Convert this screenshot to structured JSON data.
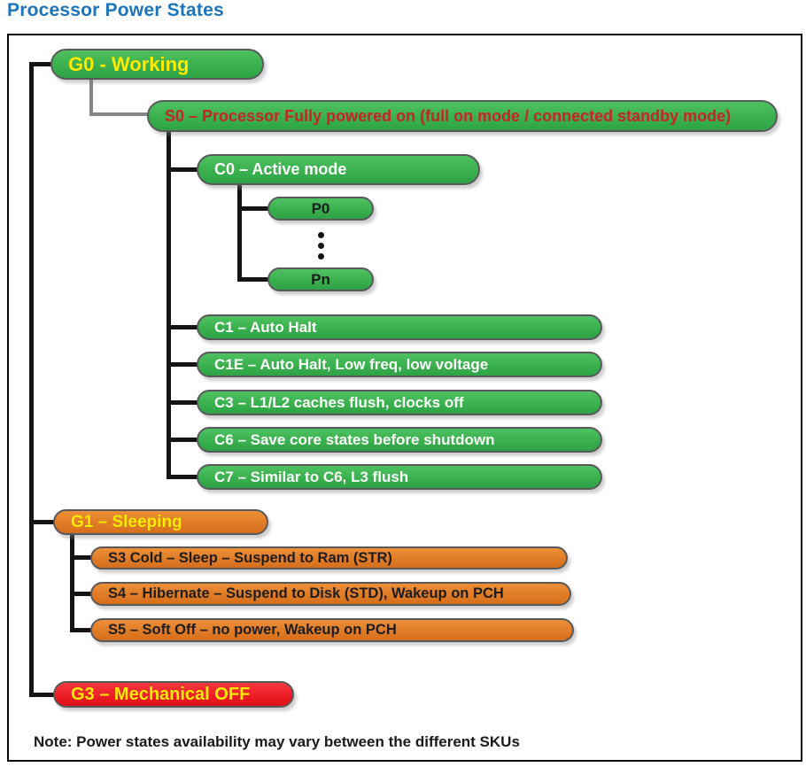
{
  "title": "Processor Power States",
  "note": "Note: Power states availability may vary between the different SKUs",
  "colors": {
    "title_blue": "#1c75bc",
    "node_green": "#3ab04e",
    "node_orange": "#e07b26",
    "node_red": "#ec1c24",
    "text_yellow": "#ffec00",
    "text_red": "#c92227",
    "text_white": "#ffffff",
    "text_black": "#1d1d1f",
    "connector_black": "#141414",
    "connector_gray": "#828487"
  },
  "nodes": {
    "g0": "G0 - Working",
    "s0": "S0 – Processor Fully powered on (full on mode / connected standby mode)",
    "c0": "C0 – Active mode",
    "p0": "P0",
    "pn": "Pn",
    "c1": "C1 – Auto Halt",
    "c1e": "C1E – Auto Halt, Low freq, low voltage",
    "c3": "C3 – L1/L2 caches flush, clocks off",
    "c6": "C6 – Save core states before shutdown",
    "c7": "C7 – Similar to C6, L3 flush",
    "g1": "G1 – Sleeping",
    "s3": "S3 Cold – Sleep – Suspend to Ram (STR)",
    "s4": "S4 – Hibernate – Suspend to Disk (STD), Wakeup on PCH",
    "s5": "S5 – Soft Off – no power, Wakeup on PCH",
    "g3": "G3 – Mechanical OFF"
  }
}
